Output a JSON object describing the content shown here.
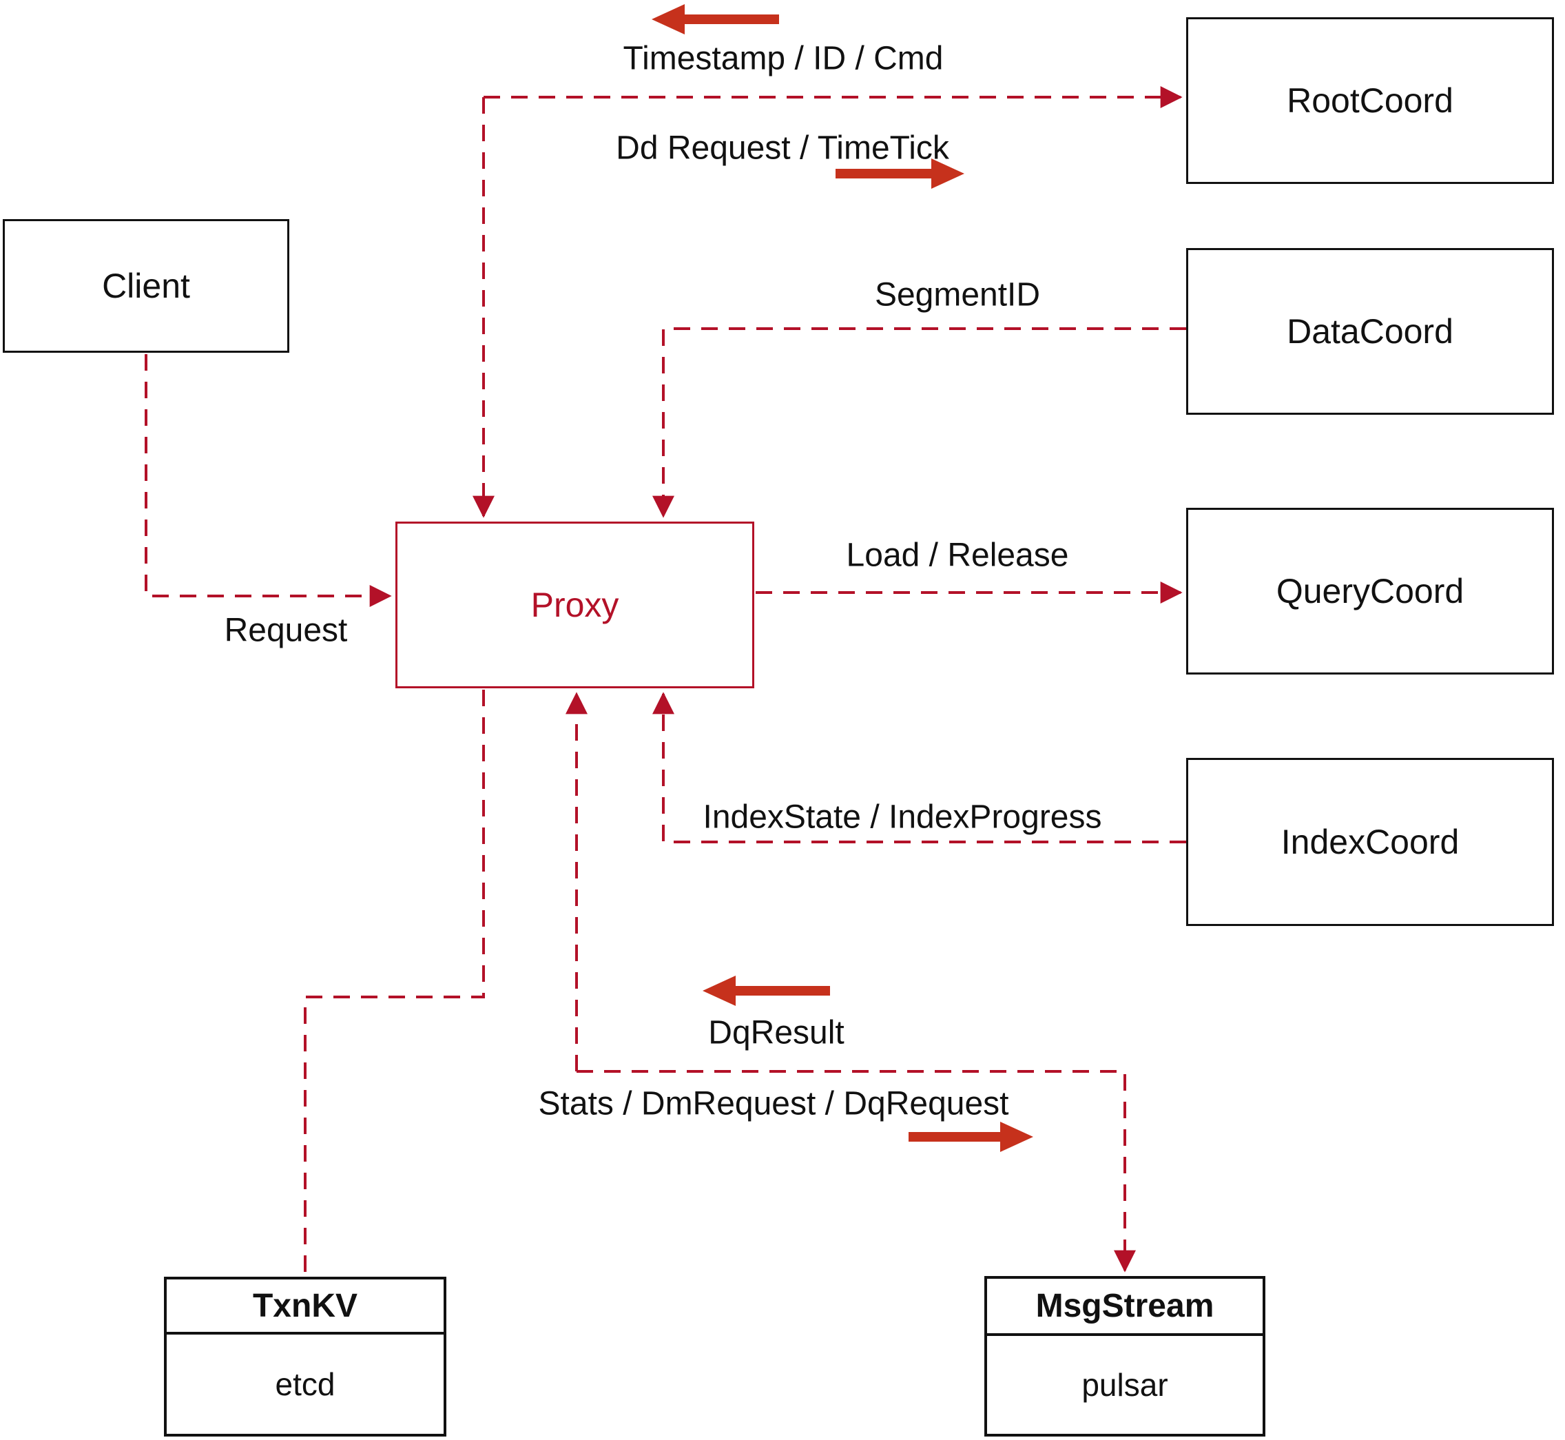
{
  "diagram": {
    "nodes": {
      "client": {
        "label": "Client"
      },
      "proxy": {
        "label": "Proxy"
      },
      "root_coord": {
        "label": "RootCoord"
      },
      "data_coord": {
        "label": "DataCoord"
      },
      "query_coord": {
        "label": "QueryCoord"
      },
      "index_coord": {
        "label": "IndexCoord"
      },
      "txn_kv": {
        "title": "TxnKV",
        "subtitle": "etcd"
      },
      "msg_stream": {
        "title": "MsgStream",
        "subtitle": "pulsar"
      }
    },
    "edges": [
      {
        "from": "proxy",
        "to": "root_coord",
        "bidirectional": true,
        "label_to": "Dd Request / TimeTick",
        "label_from": "Timestamp / ID / Cmd"
      },
      {
        "from": "data_coord",
        "to": "proxy",
        "label": "SegmentID"
      },
      {
        "from": "proxy",
        "to": "query_coord",
        "label": "Load / Release"
      },
      {
        "from": "index_coord",
        "to": "proxy",
        "label": "IndexState / IndexProgress"
      },
      {
        "from": "client",
        "to": "proxy",
        "label": "Request"
      },
      {
        "from": "proxy",
        "to": "txn_kv"
      },
      {
        "from": "proxy",
        "to": "msg_stream",
        "bidirectional": true,
        "label_to": "Stats / DmRequest / DqRequest",
        "label_from": "DqResult"
      }
    ],
    "colors": {
      "line_red": "#b31128",
      "arrow_red": "#c6311c",
      "box_border": "#111111",
      "text_color": "#111111",
      "background": "#ffffff"
    }
  }
}
